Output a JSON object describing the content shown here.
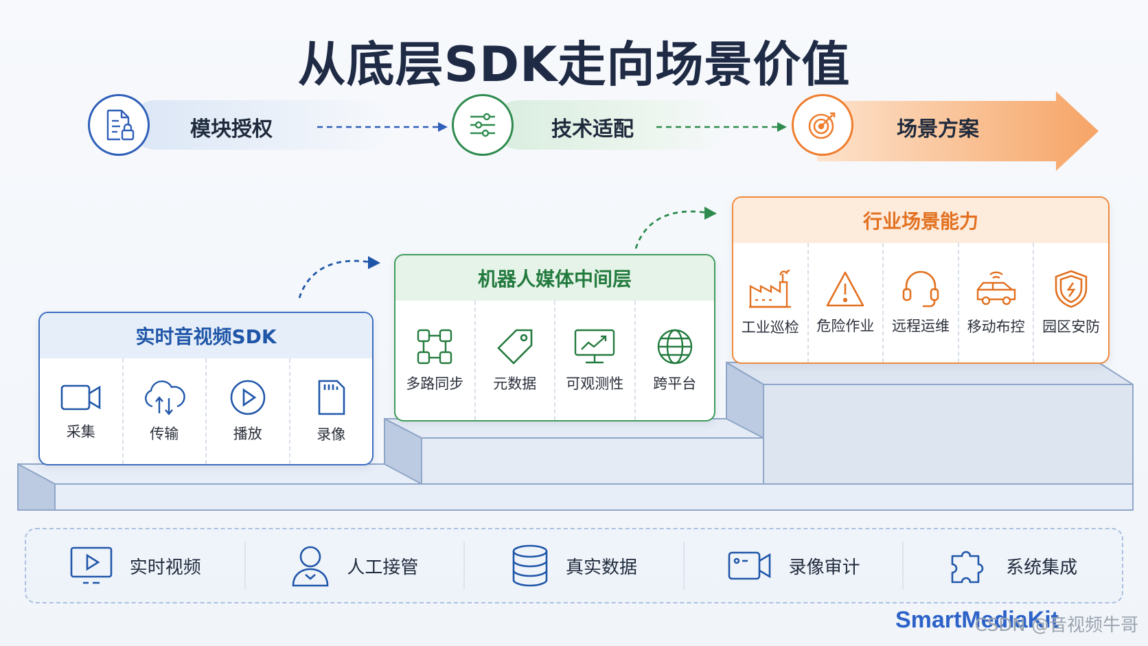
{
  "title": "从底层SDK走向场景价值",
  "flow": [
    {
      "label": "模块授权",
      "icon": "document-lock-icon",
      "color": "#2f5fb8"
    },
    {
      "label": "技术适配",
      "icon": "sliders-icon",
      "color": "#2e8b4e"
    },
    {
      "label": "场景方案",
      "icon": "target-icon",
      "color": "#ef7d2d"
    }
  ],
  "cards": {
    "sdk": {
      "title": "实时音视频SDK",
      "color": "#1f56a8",
      "items": [
        {
          "label": "采集",
          "icon": "video-camera-icon"
        },
        {
          "label": "传输",
          "icon": "cloud-transfer-icon"
        },
        {
          "label": "播放",
          "icon": "play-icon"
        },
        {
          "label": "录像",
          "icon": "sd-card-icon"
        }
      ]
    },
    "middleware": {
      "title": "机器人媒体中间层",
      "color": "#237a3e",
      "items": [
        {
          "label": "多路同步",
          "icon": "multi-sync-icon"
        },
        {
          "label": "元数据",
          "icon": "tag-icon"
        },
        {
          "label": "可观测性",
          "icon": "monitor-chart-icon"
        },
        {
          "label": "跨平台",
          "icon": "globe-icon"
        }
      ]
    },
    "industry": {
      "title": "行业场景能力",
      "color": "#e2701f",
      "items": [
        {
          "label": "工业巡检",
          "icon": "factory-icon"
        },
        {
          "label": "危险作业",
          "icon": "warning-icon"
        },
        {
          "label": "远程运维",
          "icon": "headset-icon"
        },
        {
          "label": "移动布控",
          "icon": "car-signal-icon"
        },
        {
          "label": "园区安防",
          "icon": "shield-icon"
        }
      ]
    }
  },
  "bottom": [
    {
      "label": "实时视频",
      "icon": "video-player-icon"
    },
    {
      "label": "人工接管",
      "icon": "person-icon"
    },
    {
      "label": "真实数据",
      "icon": "database-icon"
    },
    {
      "label": "录像审计",
      "icon": "camera-record-icon"
    },
    {
      "label": "系统集成",
      "icon": "puzzle-icon"
    }
  ],
  "brand": "SmartMediaKit",
  "watermark": "CSDN @音视频牛哥"
}
